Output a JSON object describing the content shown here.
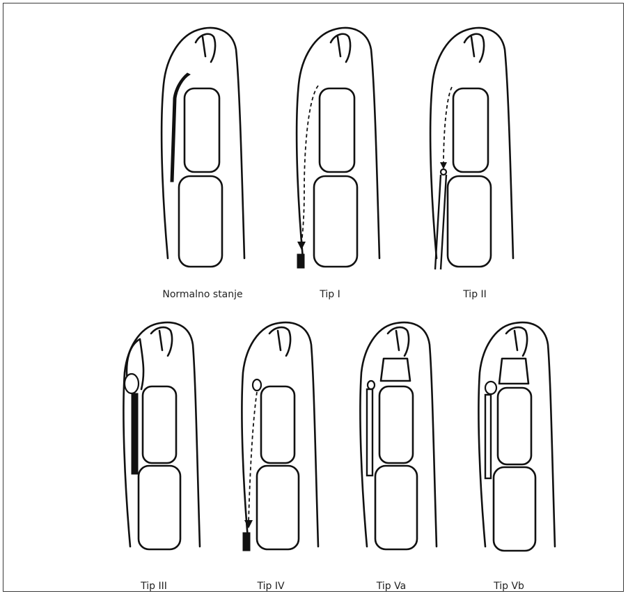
{
  "figure": {
    "panels": [
      {
        "id": "normal",
        "caption": "Normalno stanje",
        "variant": "normal"
      },
      {
        "id": "tip1",
        "caption": "Tip I",
        "variant": "type1"
      },
      {
        "id": "tip2",
        "caption": "Tip II",
        "variant": "type2"
      },
      {
        "id": "tip3",
        "caption": "Tip III",
        "variant": "type3"
      },
      {
        "id": "tip4",
        "caption": "Tip IV",
        "variant": "type4"
      },
      {
        "id": "tip5a",
        "caption": "Tip Va",
        "variant": "type5a"
      },
      {
        "id": "tip5b",
        "caption": "Tip Vb",
        "variant": "type5b"
      }
    ]
  }
}
